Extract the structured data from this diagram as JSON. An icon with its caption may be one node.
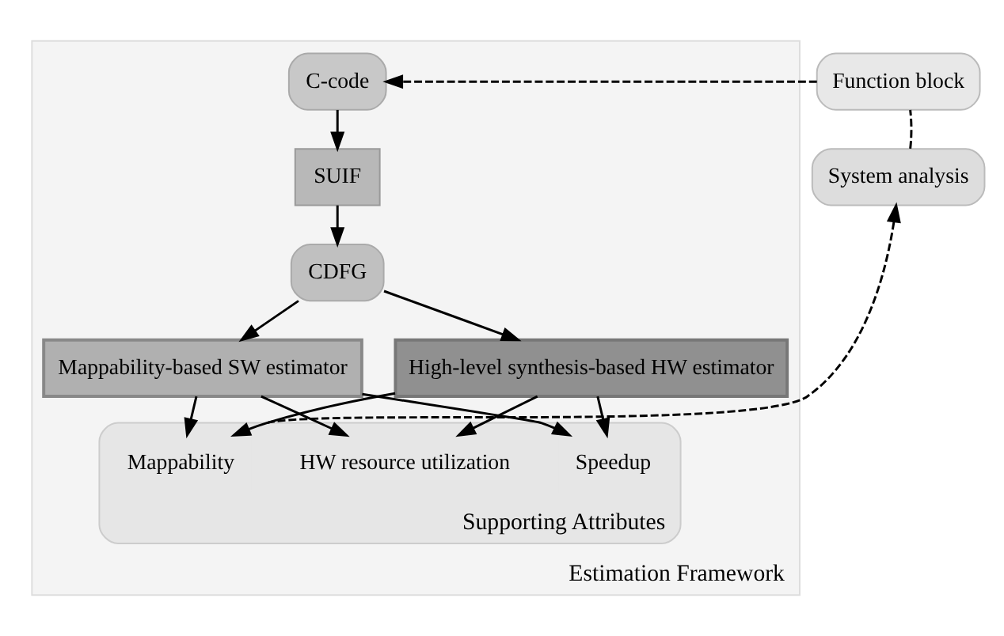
{
  "diagram": {
    "nodes": [
      {
        "text": [
          "Estimation Framework"
        ]
      },
      {
        "text": [
          "Function block"
        ]
      },
      {
        "text": [
          "C-code"
        ],
        "in": 0
      },
      {
        "text": [
          "SUIF"
        ],
        "in": 0
      },
      {
        "text": [
          "CDFG"
        ],
        "in": 0
      },
      {
        "text": [
          "Mappability-based SW estimator"
        ],
        "in": 0
      },
      {
        "text": [
          "High-level synthesis-based HW estimator"
        ],
        "in": 0
      },
      {
        "text": [
          "Supporting Attributes"
        ],
        "in": 0
      },
      {
        "text": [
          "Mappability"
        ],
        "in": 7
      },
      {
        "text": [
          "Speedup"
        ],
        "in": 7
      },
      {
        "text": [
          "HW resource utilization"
        ],
        "in": 7
      },
      {
        "text": [
          "System analysis"
        ]
      }
    ],
    "edges": [
      {
        "from": 1,
        "to": 2,
        "arrow": "to",
        "style": "dashed"
      },
      {
        "from": 2,
        "to": 3,
        "arrow": "to"
      },
      {
        "from": 3,
        "to": 4,
        "arrow": "to"
      },
      {
        "from": 4,
        "to": 5,
        "arrow": "to"
      },
      {
        "from": 4,
        "to": 6,
        "arrow": "to"
      },
      {
        "from": 5,
        "to": 8,
        "arrow": "to"
      },
      {
        "from": 5,
        "to": 9,
        "arrow": "to"
      },
      {
        "from": 5,
        "to": 10,
        "arrow": "to"
      },
      {
        "from": 6,
        "to": 8,
        "arrow": "to"
      },
      {
        "from": 6,
        "to": 9,
        "arrow": "to"
      },
      {
        "from": 6,
        "to": 10,
        "arrow": "to"
      },
      {
        "from": 7,
        "to": 11,
        "arrow": "to",
        "style": "dashed"
      },
      {
        "from": 11,
        "to": 1,
        "arrow": "none",
        "style": "dashed"
      }
    ]
  }
}
